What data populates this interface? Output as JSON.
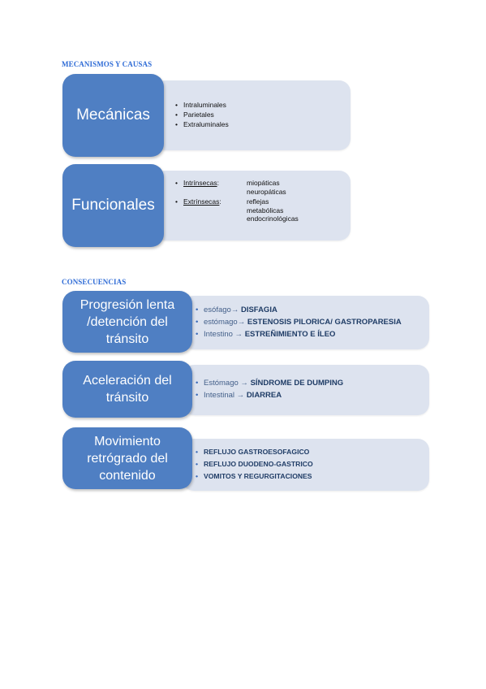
{
  "section1": {
    "heading": "MECANISMOS Y CAUSAS",
    "mecanicas": {
      "title": "Mecánicas",
      "items": [
        "Intraluminales",
        "Parietales",
        "Extraluminales"
      ]
    },
    "funcionales": {
      "title": "Funcionales",
      "intrinsecas": {
        "label": "Intrínsecas",
        "sep": ":",
        "values": [
          "miopáticas",
          "neuropáticas"
        ]
      },
      "extrinsecas": {
        "label": "Extrínsecas",
        "sep": ":",
        "values": [
          "reflejas",
          "metabólicas",
          "endocrinológicas"
        ]
      }
    }
  },
  "section2": {
    "heading": "CONSECUENCIAS",
    "progresion": {
      "title_lines": [
        "Progresión lenta",
        "/detención del",
        "tránsito"
      ],
      "items": [
        {
          "pre": "esófago",
          "arrow": "→",
          "strong": "DISFAGIA"
        },
        {
          "pre": "estómago",
          "arrow": "→",
          "strong": "ESTENOSIS PILORICA/ GASTROPARESIA"
        },
        {
          "pre": "Intestino",
          "arrow": " → ",
          "strong": "ESTREÑIMIENTO E ÍLEO"
        }
      ]
    },
    "aceleracion": {
      "title_lines": [
        "Aceleración del",
        "tránsito"
      ],
      "items": [
        {
          "pre": "Estómago",
          "arrow": " → ",
          "strong": "SÍNDROME DE DUMPING"
        },
        {
          "pre": "Intestinal",
          "arrow": " → ",
          "strong": "DIARREA"
        }
      ]
    },
    "movimiento": {
      "title_lines": [
        "Movimiento",
        "retrógrado del",
        "contenido"
      ],
      "items": [
        "REFLUJO GASTROESOFAGICO",
        "REFLUJO DUODENO-GASTRICO",
        "VOMITOS Y REGURGITACIONES"
      ]
    }
  }
}
